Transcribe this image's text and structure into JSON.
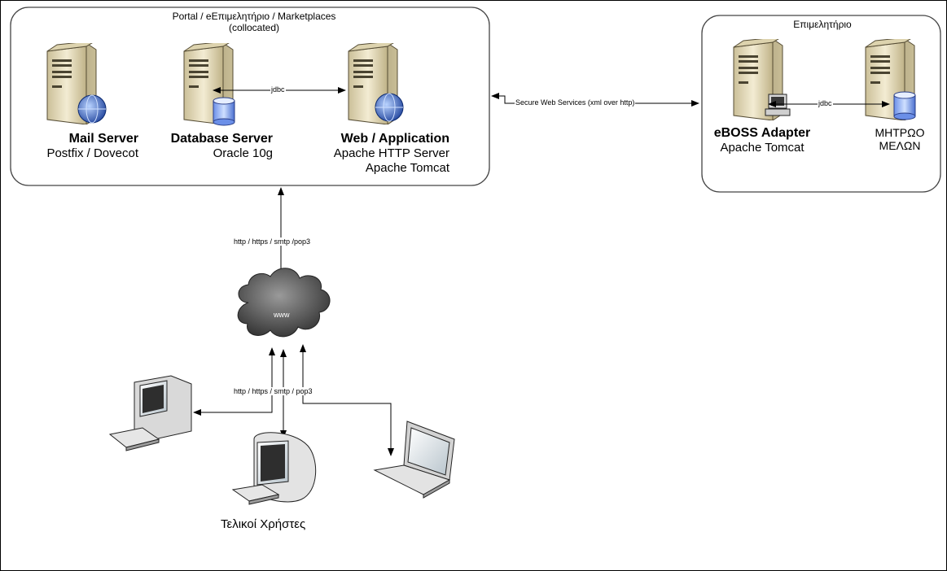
{
  "groups": {
    "portal": {
      "title_line1": "Portal / eΕπιμελητήριο / Marketplaces",
      "title_line2": "(collocated)"
    },
    "chamber": {
      "title": "Επιμελητήριο"
    }
  },
  "servers": {
    "mail": {
      "title": "Mail Server",
      "sub1": "Postfix / Dovecot",
      "icon": "mail-server-icon"
    },
    "database": {
      "title": "Database Server",
      "sub1": "Oracle 10g",
      "icon": "database-server-icon"
    },
    "web": {
      "title": "Web / Application",
      "sub1": "Apache HTTP Server",
      "sub2": "Apache Tomcat",
      "icon": "web-server-icon"
    },
    "eboss": {
      "title": "eBOSS Adapter",
      "sub1": "Apache Tomcat",
      "icon": "eboss-server-icon"
    },
    "registry": {
      "line1": "ΜΗΤΡΩΟ",
      "line2": "ΜΕΛΩΝ",
      "icon": "registry-database-icon"
    }
  },
  "connections": {
    "jdbc_portal": "jdbc",
    "jdbc_chamber": "jdbc",
    "secure_ws": "Secure Web Services (xml over http)",
    "portal_to_cloud": "http / https / smtp /pop3",
    "clients_to_cloud": "http / https / smtp / pop3"
  },
  "cloud": {
    "label": "www"
  },
  "clients": {
    "label": "Τελικοί Χρήστες"
  },
  "colors": {
    "line": "#000000",
    "group_border": "#444444",
    "server_body": "#e8e0c0",
    "cloud": "#555555"
  }
}
